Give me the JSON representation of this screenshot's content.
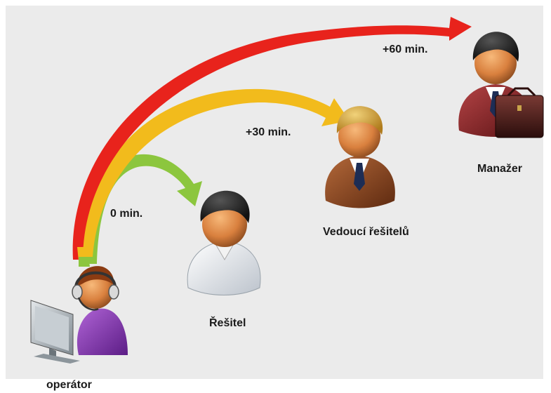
{
  "escalation": {
    "levels": [
      {
        "role": "Řešitel",
        "time": "0 min.",
        "arrow_color": "#8cc63e"
      },
      {
        "role": "Vedoucí řešitelů",
        "time": "+30 min.",
        "arrow_color": "#f2bb1c"
      },
      {
        "role": "Manažer",
        "time": "+60 min.",
        "arrow_color": "#e8231c"
      }
    ],
    "origin": {
      "role": "operátor"
    }
  },
  "icons": {
    "operator": "operator-headset-icon",
    "resitel": "person-white-shirt-icon",
    "vedouci": "businessman-brown-suit-icon",
    "manazer": "manager-briefcase-icon"
  }
}
